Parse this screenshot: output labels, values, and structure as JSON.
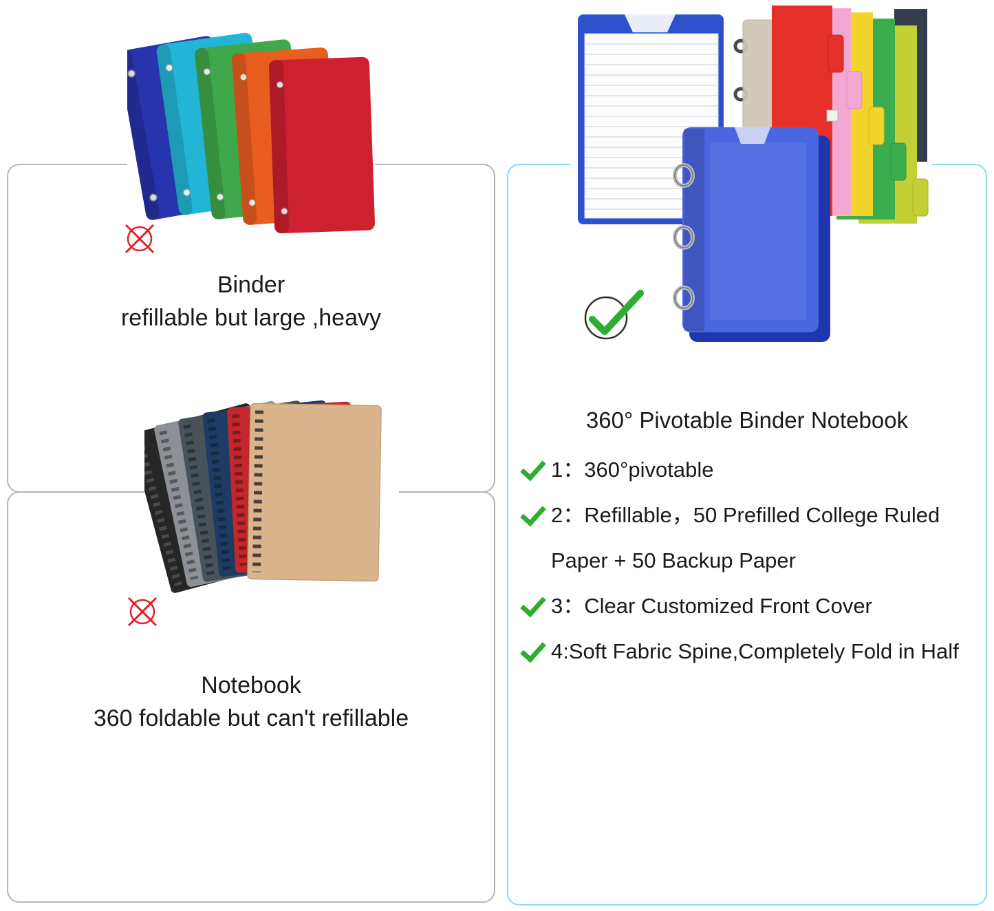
{
  "left_top_panel": {
    "label": "Binder",
    "description": "refillable but large ,heavy"
  },
  "left_bottom_panel": {
    "label": "Notebook",
    "description": "360 foldable but can't refillable"
  },
  "right_panel": {
    "title": "360° Pivotable Binder Notebook",
    "features": [
      "1：360°pivotable",
      "2：Refillable，50 Prefilled College Ruled Paper + 50 Backup Paper",
      "3：Clear Customized Front Cover",
      "4:Soft Fabric Spine,Completely Fold in Half"
    ]
  },
  "icons": {
    "red_x": "red circle with X cross",
    "check_circle": "dark circle with green check",
    "check": "green checkmark bullet"
  },
  "colors": {
    "panel_border_gray": "#b5b5b5",
    "panel_border_blue": "#8ed7f5",
    "x_red": "#e02128",
    "check_green": "#2eae2e",
    "binder_colors": [
      "#2834ae",
      "#22b5d6",
      "#3fa84b",
      "#e95d20",
      "#ce2130"
    ],
    "notebook_colors": [
      "#262626",
      "#8d9196",
      "#47525a",
      "#1e3c63",
      "#c2272d",
      "#d9b48c"
    ],
    "pivot_binder_blue": "#4a66e0",
    "divider_colors": [
      "#e43028",
      "#f3a8d4",
      "#f3d42b",
      "#3aae4e",
      "#c3d035",
      "#333d4f"
    ]
  }
}
